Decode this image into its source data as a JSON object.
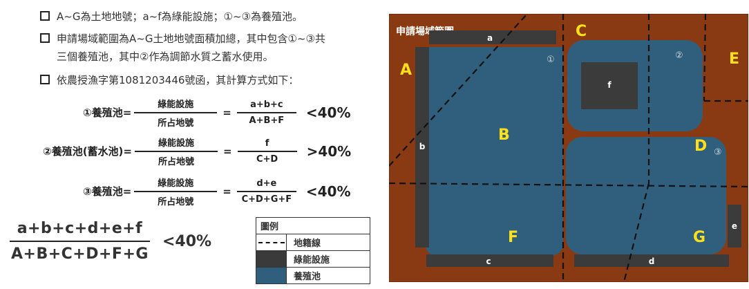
{
  "notes": [
    "A~G為土地地號；a~f為綠能設施；①~③為養殖池。",
    "申請場域範圍為A~G土地地號面積加總，其中包含①~③共",
    "三個養殖池，其中②作為調節水質之蓄水使用。",
    "依農授漁字第1081203446號函，其計算方式如下："
  ],
  "formulas": [
    {
      "label": "①養殖池=",
      "num1": "綠能設施",
      "den1": "所占地號",
      "num2": "a+b+c",
      "den2": "A+B+F",
      "cmp": "<40%"
    },
    {
      "label": "②養殖池(蓄水池)=",
      "num1": "綠能設施",
      "den1": "所占地號",
      "num2": "f",
      "den2": "C+D",
      "cmp": ">40%"
    },
    {
      "label": "③養殖池=",
      "num1": "綠能設施",
      "den1": "所占地號",
      "num2": "d+e",
      "den2": "C+D+G+F",
      "cmp": "<40%"
    }
  ],
  "total": {
    "num": "a+b+c+d+e+f",
    "den": "A+B+C+D+F+G",
    "cmp": "<40%"
  },
  "legend": {
    "title": "圖例",
    "items": [
      {
        "icon": "dashed-line",
        "label": "地籍線"
      },
      {
        "icon": "dark-swatch",
        "label": "綠能設施"
      },
      {
        "icon": "blue-swatch",
        "label": "養殖池"
      }
    ]
  },
  "map": {
    "title": "申請場域範圍",
    "lots": [
      "A",
      "B",
      "C",
      "D",
      "E",
      "F",
      "G"
    ],
    "facilities": [
      "a",
      "b",
      "c",
      "d",
      "e",
      "f"
    ],
    "pools": [
      "①",
      "②",
      "③"
    ],
    "colors": {
      "land": "#8a3a12",
      "pool": "#2f5f7c",
      "facility": "#3b3b3b",
      "lot_label": "#ffe01a",
      "facility_label": "#ffffff",
      "cadastral": "#111111"
    }
  }
}
